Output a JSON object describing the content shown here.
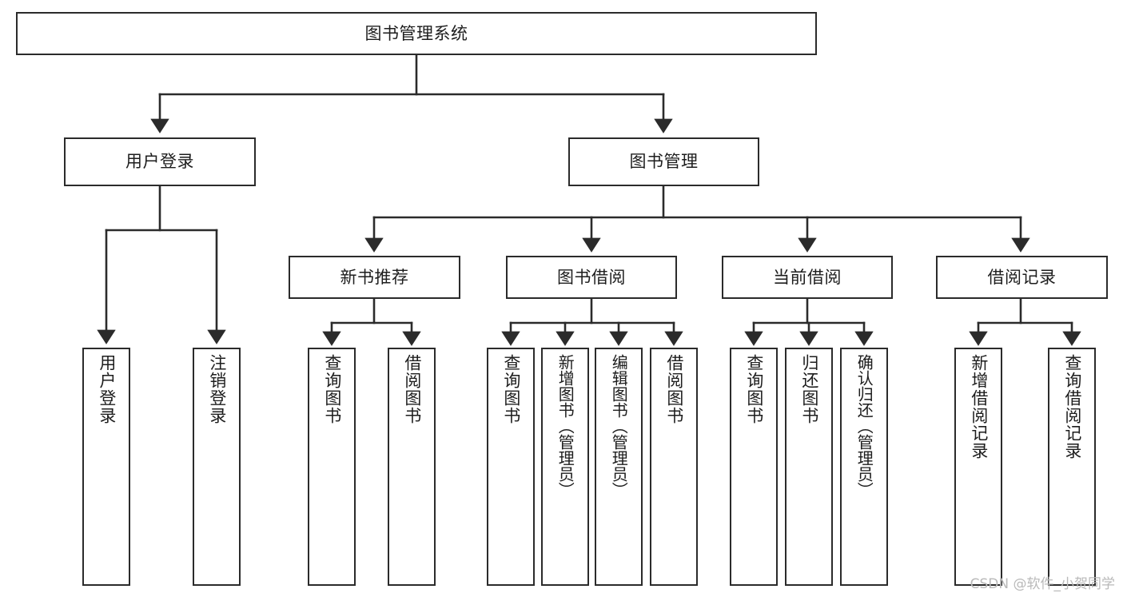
{
  "diagram": {
    "type": "tree",
    "title": "图书管理系统",
    "watermark": "CSDN @软件_小贺同学",
    "colors": {
      "box_border": "#2b2b2b",
      "box_fill": "#ffffff",
      "connector": "#2b2b2b",
      "text": "#1d1d1d",
      "watermark": "#b9b9b9"
    },
    "nodes": {
      "root": {
        "label": "图书管理系统"
      },
      "level1": [
        {
          "label": "用户登录"
        },
        {
          "label": "图书管理"
        }
      ],
      "level2": [
        {
          "label": "新书推荐"
        },
        {
          "label": "图书借阅"
        },
        {
          "label": "当前借阅"
        },
        {
          "label": "借阅记录"
        }
      ],
      "leaves_user_login": [
        {
          "label": "用户登录"
        },
        {
          "label": "注销登录"
        }
      ],
      "leaves_new_book": [
        {
          "label": "查询图书"
        },
        {
          "label": "借阅图书"
        }
      ],
      "leaves_borrow": [
        {
          "label": "查询图书"
        },
        {
          "label": "新增图书（管理员）"
        },
        {
          "label": "编辑图书（管理员）"
        },
        {
          "label": "借阅图书"
        }
      ],
      "leaves_current": [
        {
          "label": "查询图书"
        },
        {
          "label": "归还图书"
        },
        {
          "label": "确认归还（管理员）"
        }
      ],
      "leaves_record": [
        {
          "label": "新增借阅记录"
        },
        {
          "label": "查询借阅记录"
        }
      ]
    }
  }
}
